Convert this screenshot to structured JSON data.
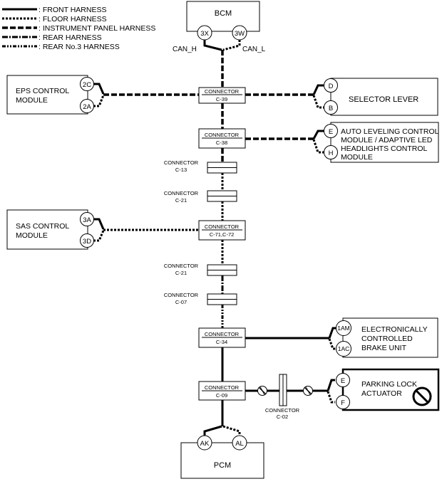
{
  "legend": [
    {
      "style": "front",
      "label": ": FRONT HARNESS"
    },
    {
      "style": "floor",
      "label": ": FLOOR HARNESS"
    },
    {
      "style": "ip",
      "label": ": INSTRUMENT PANEL HARNESS"
    },
    {
      "style": "rear",
      "label": ": REAR HARNESS"
    },
    {
      "style": "rear3",
      "label": ": REAR No.3 HARNESS"
    }
  ],
  "modules": {
    "bcm": {
      "label": "BCM",
      "pin_a": "3X",
      "pin_b": "3W",
      "can_h": "CAN_H",
      "can_l": "CAN_L"
    },
    "eps": {
      "line1": "EPS CONTROL",
      "line2": "MODULE",
      "pin_a": "2C",
      "pin_b": "2A"
    },
    "selector": {
      "label": "SELECTOR LEVER",
      "pin_a": "D",
      "pin_b": "B"
    },
    "auto_leveling": {
      "line1": "AUTO LEVELING CONTROL",
      "line2": "MODULE / ADAPTIVE LED",
      "line3": "HEADLIGHTS CONTROL",
      "line4": "MODULE",
      "pin_a": "E",
      "pin_b": "H"
    },
    "sas": {
      "line1": "SAS CONTROL",
      "line2": "MODULE",
      "pin_a": "3A",
      "pin_b": "3D"
    },
    "brake": {
      "line1": "ELECTRONICALLY",
      "line2": "CONTROLLED",
      "line3": "BRAKE UNIT",
      "pin_a": "1AM",
      "pin_b": "1AC"
    },
    "parking": {
      "line1": "PARKING LOCK",
      "line2": "ACTUATOR",
      "pin_a": "E",
      "pin_b": "F"
    },
    "pcm": {
      "label": "PCM",
      "pin_a": "AK",
      "pin_b": "AL"
    }
  },
  "connectors": {
    "word": "CONNECTOR",
    "c39": "C-39",
    "c38": "C-38",
    "c13": "C-13",
    "c21a": "C-21",
    "c7172": "C-71,C-72",
    "c21b": "C-21",
    "c07": "C-07",
    "c34": "C-34",
    "c09": "C-09",
    "c02": "C-02"
  },
  "icons": {
    "prohibited": "prohibited-icon",
    "branch": "branch-mark-icon"
  }
}
